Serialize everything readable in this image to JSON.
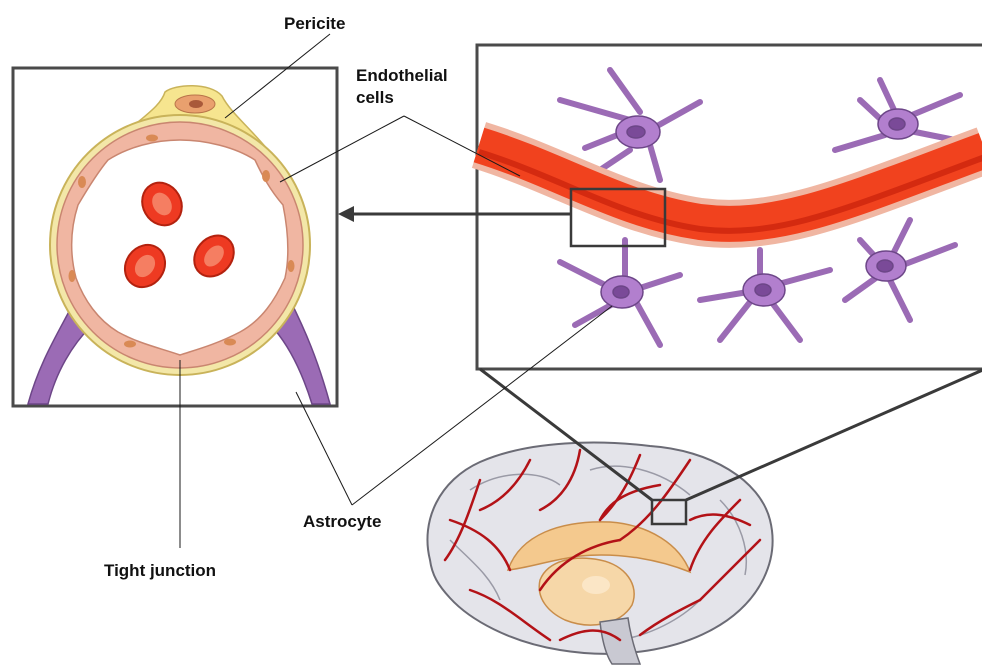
{
  "labels": {
    "pericite": "Pericite",
    "endothelial_line1": "Endothelial",
    "endothelial_line2": "cells",
    "astrocyte": "Astrocyte",
    "tight_junction": "Tight junction"
  },
  "colors": {
    "frame": "#4a4a4a",
    "pericyte_fill": "#f6e58f",
    "basement_membrane": "#f3e7a8",
    "endothelium": "#f0b6a2",
    "endothelial_nucleus": "#d98a55",
    "red_blood_cell": "#ee3a22",
    "astrocyte": "#9b6bb5",
    "blood_vessel": "#f1421e",
    "brain_surface": "#e4e4ea",
    "brain_vessels": "#b31217",
    "corpus_callosum": "#f4c98e"
  }
}
